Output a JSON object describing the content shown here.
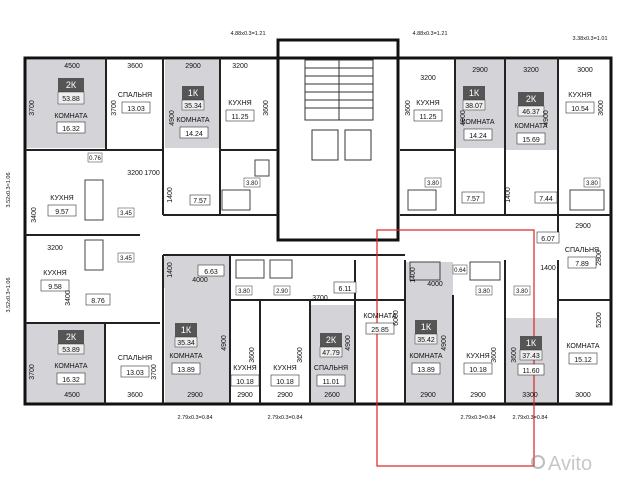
{
  "labels": {
    "apt_2k": "2К",
    "apt_1k": "1К",
    "room": "КОМНАТА",
    "bedroom": "СПАЛЬНЯ",
    "kitchen": "КУХНЯ",
    "area_2k_tl": "53.88",
    "area_2k_bl": "53.89",
    "area_2k_r": "46.37",
    "area_2k_b": "47.79",
    "area_1k_a": "35.34",
    "area_1k_b": "38.07",
    "area_1k_c": "35.34",
    "area_1k_d": "35.42",
    "area_1k_e": "37.43"
  },
  "rooms": {
    "r16_32": "16.32",
    "r13_03": "13.03",
    "r14_24": "14.24",
    "r11_25": "11.25",
    "r15_69": "15.69",
    "r10_54": "10.54",
    "r9_57": "9.57",
    "r9_58": "9.58",
    "r8_76": "8.76",
    "r13_89": "13.89",
    "r10_18": "10.18",
    "r11_01": "11.01",
    "r25_85": "25.85",
    "r11_60": "11.60",
    "r15_12": "15.12",
    "r7_89": "7.89",
    "r6_63": "6.63",
    "r6_11": "6.11",
    "r6_07": "6.07",
    "r7_57": "7.57",
    "r7_44": "7.44",
    "r3_80": "3.80",
    "r3_45": "3.45",
    "r2_90": "2.90",
    "r0_76": "0.76",
    "r0_64": "0.64"
  },
  "dims": {
    "d4500": "4500",
    "d3600": "3600",
    "d2900": "2900",
    "d3200": "3200",
    "d3000": "3000",
    "d3700": "3700",
    "d4900": "4900",
    "d1400": "1400",
    "d4000": "4000",
    "d1700": "1700",
    "d3400": "3400",
    "d2600": "2600",
    "d5200": "5200",
    "d6000": "6000",
    "d2800": "2800",
    "d3300": "3300"
  },
  "windows": {
    "w1": "4.88x0.3=1.21",
    "w2": "4.88x0.3=1.21",
    "w3": "3.38x0.3=1.01",
    "w4": "3.52x0.3=1.06",
    "w5": "3.52x0.3=1.06",
    "w6": "2.79x0.3=0.84",
    "w7": "2.79x0.3=0.84",
    "w8": "2.79x0.3=0.84",
    "w9": "2.79x0.3=0.84"
  },
  "watermark": "Avito"
}
